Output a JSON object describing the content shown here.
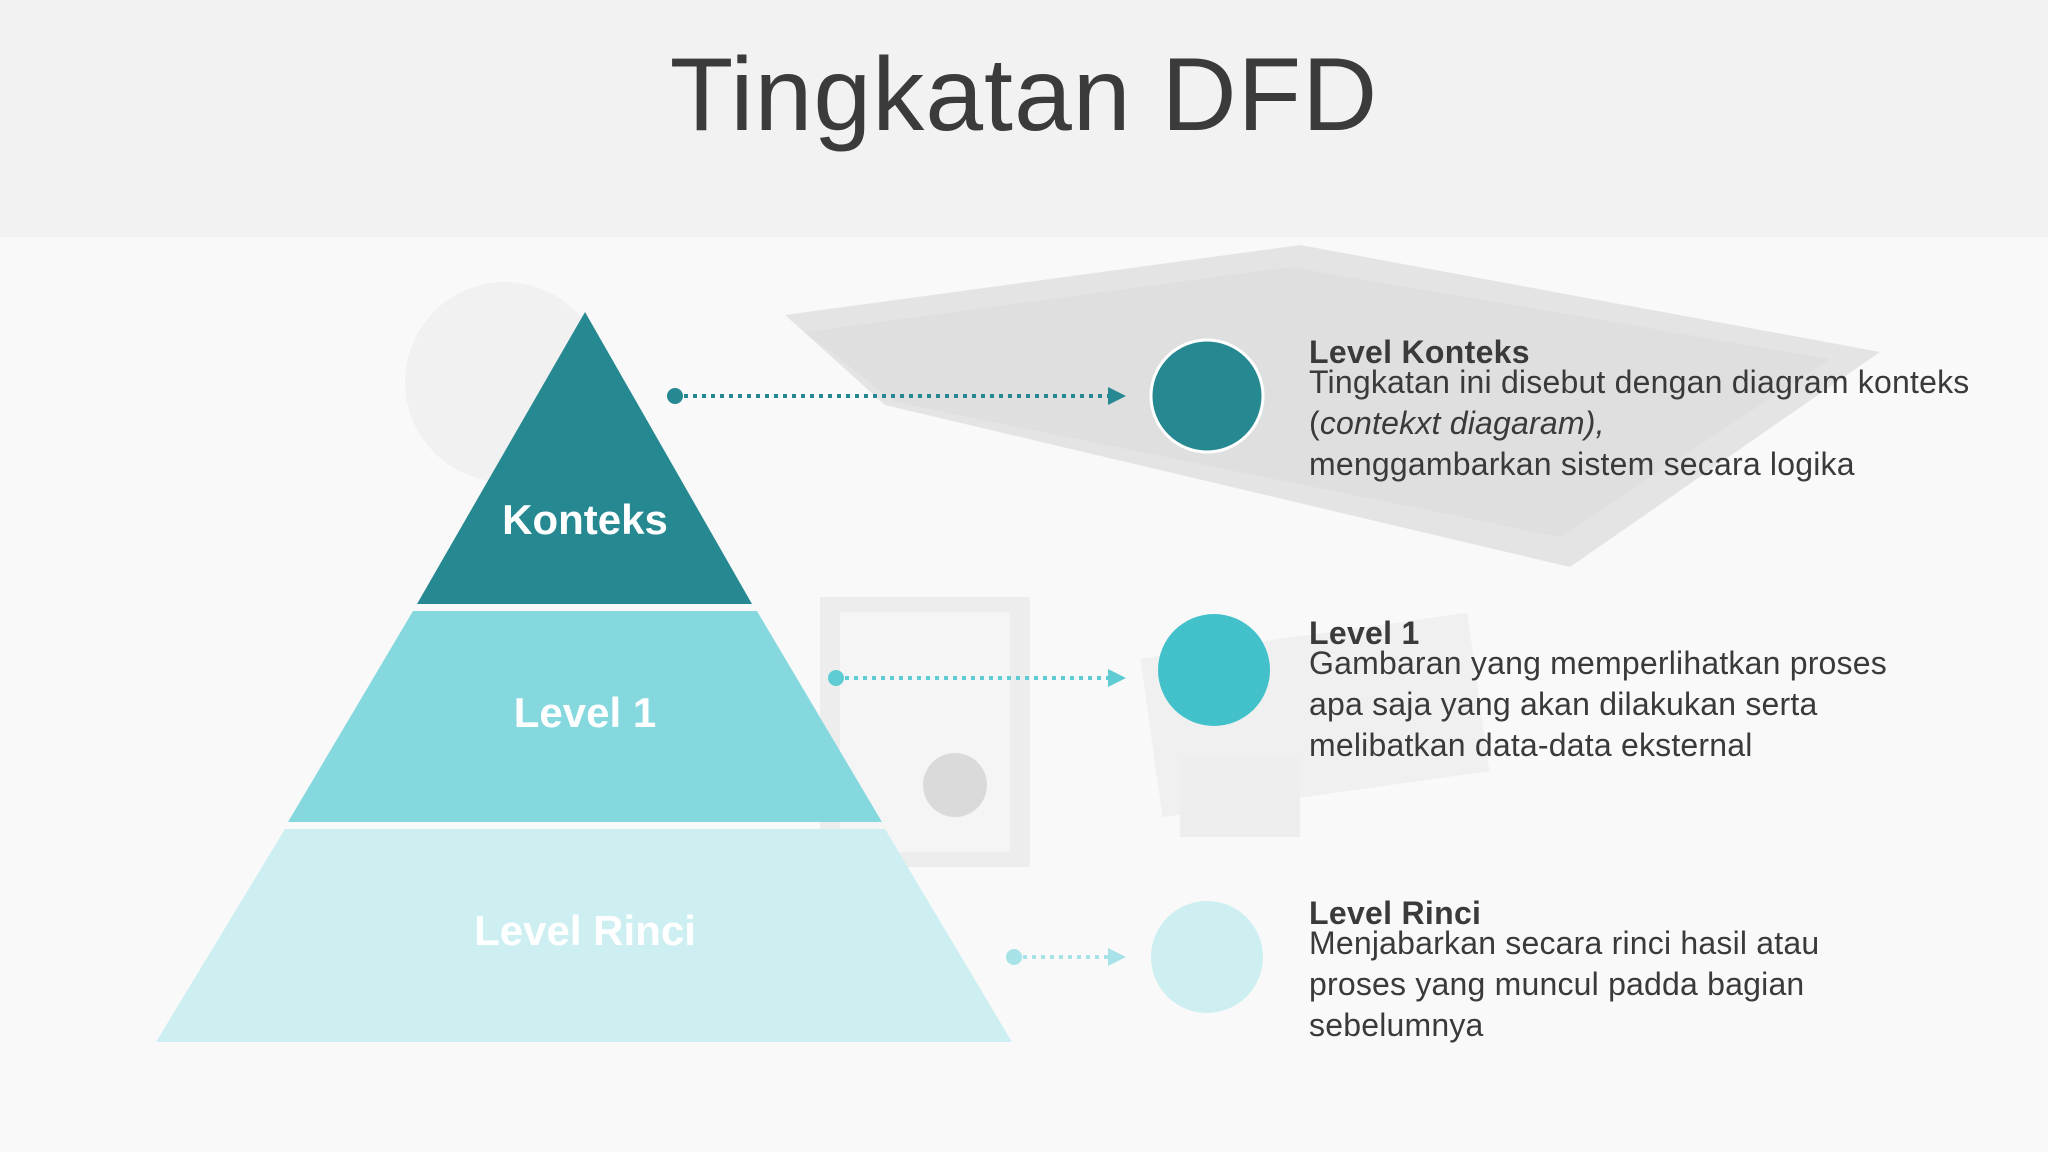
{
  "title": "Tingkatan DFD",
  "colors": {
    "konteks": "#268890",
    "level1": "#86d8df",
    "rinci": "#cdeff1",
    "level1_circle": "#42c1cb",
    "arrow_konteks": "#268890",
    "arrow_level1": "#5fcbd3",
    "arrow_rinci": "#a6e2e7"
  },
  "pyramid": [
    {
      "label": "Konteks"
    },
    {
      "label": "Level 1"
    },
    {
      "label": "Level Rinci"
    }
  ],
  "items": [
    {
      "title": "Level Konteks",
      "desc_pre": "Tingkatan ini disebut dengan diagram konteks (",
      "desc_italic": "contekxt diagaram),",
      "desc_post": "menggambarkan sistem secara logika"
    },
    {
      "title": "Level 1",
      "desc": "Gambaran yang memperlihatkan proses apa saja yang akan dilakukan serta melibatkan data-data eksternal"
    },
    {
      "title": "Level Rinci",
      "desc": "Menjabarkan secara rinci hasil atau proses yang muncul padda bagian sebelumnya"
    }
  ]
}
